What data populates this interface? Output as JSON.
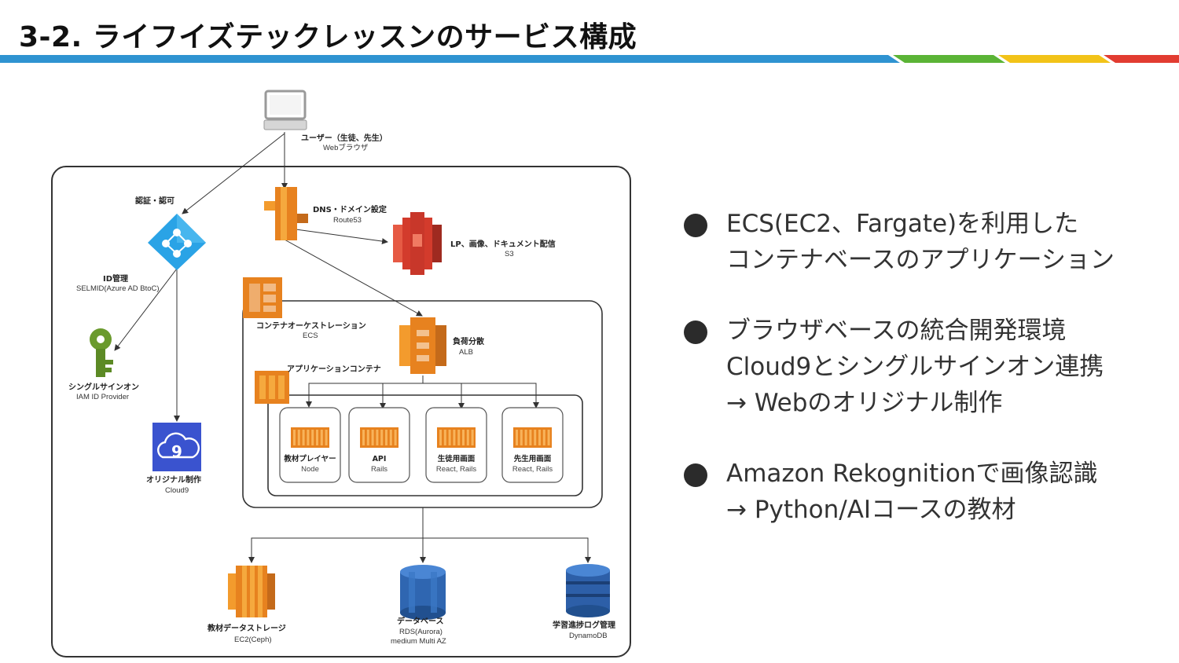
{
  "title": "3-2. ライフイズテックレッスンのサービス構成",
  "stripe_colors": [
    "#2f93d1",
    "#5bb436",
    "#f2c318",
    "#e23c31"
  ],
  "diagram": {
    "user": {
      "label": "ユーザー（生徒、先生）",
      "sub": "Webブラウザ"
    },
    "auth": {
      "label": "認証・認可"
    },
    "dns": {
      "label": "DNS・ドメイン設定",
      "sub": "Route53"
    },
    "s3": {
      "label": "LP、画像、ドキュメント配信",
      "sub": "S3"
    },
    "idm": {
      "label": "ID管理",
      "sub": "SELMID(Azure AD BtoC)"
    },
    "ecs": {
      "label": "コンテナオーケストレーション",
      "sub": "ECS"
    },
    "alb": {
      "label": "負荷分散",
      "sub": "ALB"
    },
    "appc": {
      "label": "アプリケーションコンテナ"
    },
    "sso": {
      "label": "シングルサインオン",
      "sub": "IAM ID Provider"
    },
    "cloud9": {
      "label": "オリジナル制作",
      "sub": "Cloud9",
      "icon_text": "9"
    },
    "cards": [
      {
        "label": "教材プレイヤー",
        "sub": "Node"
      },
      {
        "label": "API",
        "sub": "Rails"
      },
      {
        "label": "生徒用画面",
        "sub": "React, Rails"
      },
      {
        "label": "先生用画面",
        "sub": "React, Rails"
      }
    ],
    "ec2": {
      "label": "教材データストレージ",
      "sub": "EC2(Ceph)"
    },
    "rds": {
      "label": "データベース",
      "sub": "RDS(Aurora)",
      "sub2": "medium Multi AZ"
    },
    "dynamo": {
      "label": "学習進捗ログ管理",
      "sub": "DynamoDB"
    }
  },
  "bullets": [
    [
      "ECS(EC2、Fargate)を利用した",
      "コンテナベースのアプリケーション"
    ],
    [
      "ブラウザベースの統合開発環境",
      "Cloud9とシングルサインオン連携",
      "→ Webのオリジナル制作"
    ],
    [
      "Amazon Rekognitionで画像認識",
      "→ Python/AIコースの教材"
    ]
  ]
}
